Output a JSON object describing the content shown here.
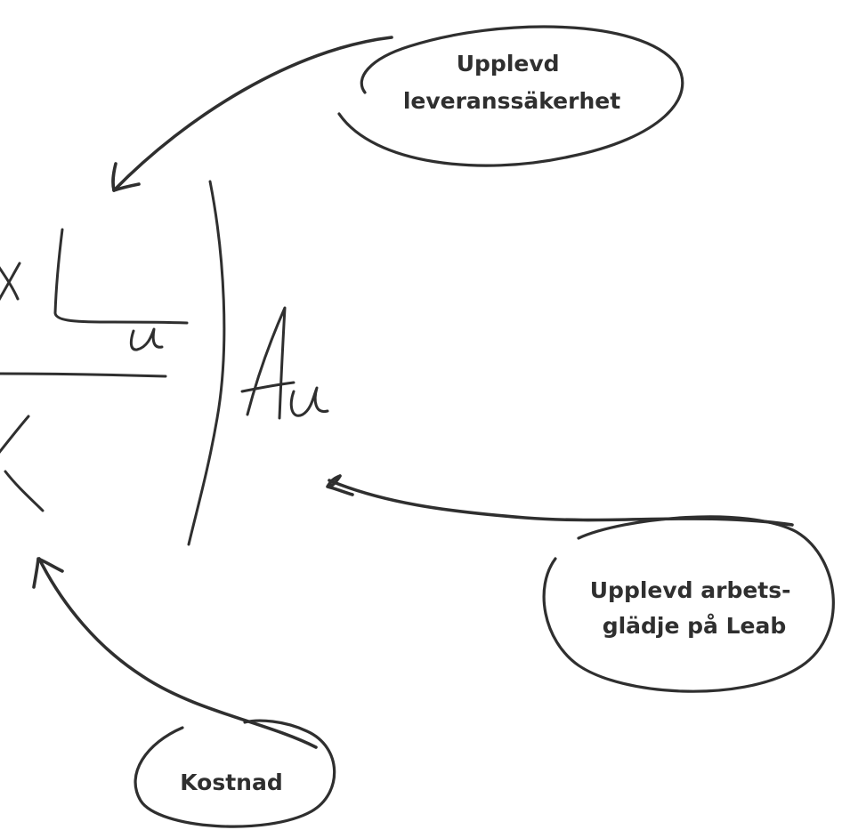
{
  "annotations": [
    {
      "id": "leverans",
      "lines": [
        "Upplevd",
        "leveranssäkerhet"
      ]
    },
    {
      "id": "arbetsgladje",
      "lines": [
        "Upplevd arbets-",
        "glädje på Leab"
      ]
    },
    {
      "id": "kostnad",
      "lines": [
        "Kostnad"
      ]
    }
  ],
  "colors": {
    "ink": "#2f2f2f",
    "background": "#ffffff"
  }
}
